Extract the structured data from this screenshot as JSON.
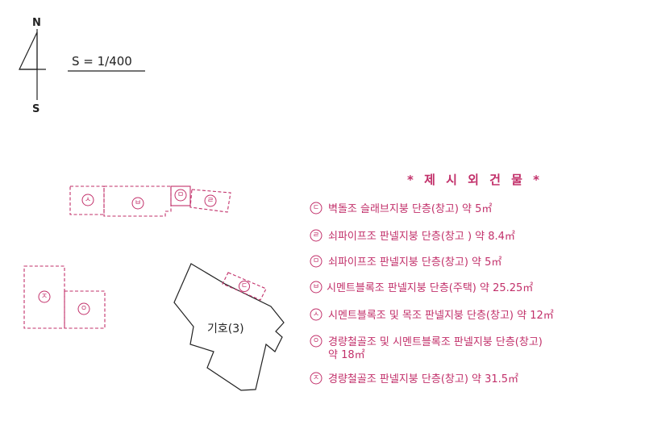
{
  "compass": {
    "north": "N",
    "south": "S"
  },
  "scale": "S = 1/400",
  "main_building": {
    "label": "기호(3)"
  },
  "building_marks": {
    "a": "ㅅ",
    "b": "ㅂ",
    "c": "ㅁ",
    "d": "ㄹ",
    "e": "ㅈ",
    "f": "ㅇ",
    "g": "ㄷ"
  },
  "legend": {
    "title": "* 제 시 외 건 물 *",
    "items": [
      {
        "mark": "ㄷ",
        "text": "벽돌조 슬래브지붕 단층(창고) 약 5㎡"
      },
      {
        "mark": "ㄹ",
        "text": "쇠파이프조 판넬지붕 단층(창고 ) 약 8.4㎡"
      },
      {
        "mark": "ㅁ",
        "text": "쇠파이프조 판넬지붕 단층(창고) 약 5㎡"
      },
      {
        "mark": "ㅂ",
        "text": "시멘트블록조 판넬지붕 단층(주택) 약 25.25㎡"
      },
      {
        "mark": "ㅅ",
        "text": "시멘트블록조 및 목조 판넬지붕 단층(창고) 약 12㎡"
      },
      {
        "mark": "ㅇ",
        "text": "경량철골조 및 시멘트블록조 판넬지붕 단층(창고)",
        "cont": "약 18㎡"
      },
      {
        "mark": "ㅈ",
        "text": "경량철골조 판넬지붕 단층(창고) 약 31.5㎡"
      }
    ]
  },
  "colors": {
    "annotation": "#c2306a",
    "drawing": "#222222"
  }
}
